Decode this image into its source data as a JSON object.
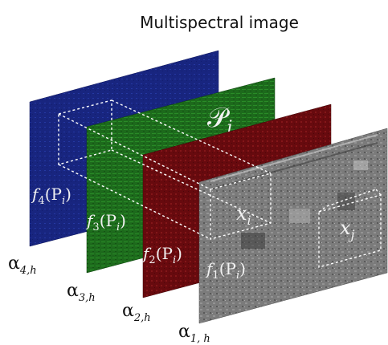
{
  "title": "Multispectral image",
  "region_label": "𝒫",
  "region_sub": "i",
  "layers": [
    {
      "name": "blue",
      "color": "#1a2a8a",
      "label_f": "f",
      "label_idx": "4",
      "label_arg": "(P",
      "label_argsub": "i",
      "label_close": ")",
      "alpha": "α",
      "alpha_sub": "4,h"
    },
    {
      "name": "green",
      "color": "#1f6b1e",
      "label_f": "f",
      "label_idx": "3",
      "label_arg": "(P",
      "label_argsub": "i",
      "label_close": ")",
      "alpha": "α",
      "alpha_sub": "3,h"
    },
    {
      "name": "red",
      "color": "#6a0c10",
      "label_f": "f",
      "label_idx": "2",
      "label_arg": "(P",
      "label_argsub": "i",
      "label_close": ")",
      "alpha": "α",
      "alpha_sub": "2,h"
    },
    {
      "name": "gray",
      "color": "#7d7d7d",
      "label_f": "f",
      "label_idx": "1",
      "label_arg": "(P",
      "label_argsub": "i",
      "label_close": ")",
      "alpha": "α",
      "alpha_sub": "1, h"
    }
  ],
  "patch_i": {
    "base": "x",
    "sub": "i"
  },
  "patch_j": {
    "base": "x",
    "sub": "j"
  }
}
